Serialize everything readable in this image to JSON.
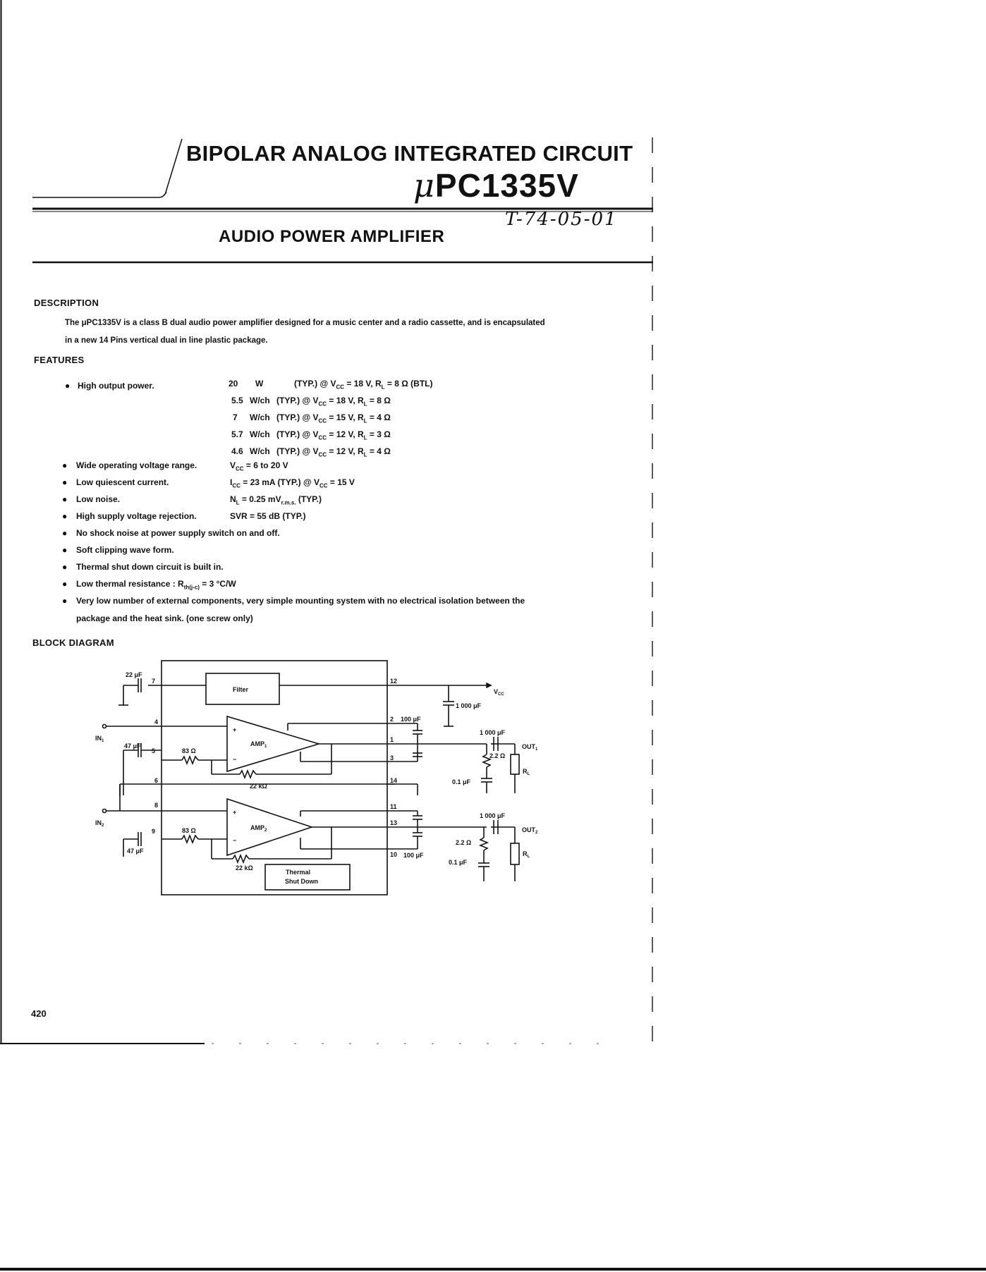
{
  "header": {
    "category": "BIPOLAR ANALOG INTEGRATED CIRCUIT",
    "part_prefix": "μ",
    "part_number": "PC1335V",
    "handwritten_code": "T-74-05-01",
    "subtitle": "AUDIO POWER AMPLIFIER"
  },
  "description": {
    "heading": "DESCRIPTION",
    "line1": "The μPC1335V is a class B dual audio power amplifier designed for a music center and a radio cassette, and is encapsulated",
    "line2": "in a new 14 Pins vertical dual in line plastic package."
  },
  "features": {
    "heading": "FEATURES",
    "bullet": "●",
    "output_power_label": "High output power.",
    "output_power_lines": [
      {
        "value": "20",
        "unit": "W",
        "typ": "(TYP.) @ V",
        "vsub": "CC",
        "cond": " = 18 V, R",
        "rsub": "L",
        "tail": " = 8 Ω  (BTL)"
      },
      {
        "value": "5.5",
        "unit": "W/ch",
        "typ": "(TYP.) @ V",
        "vsub": "CC",
        "cond": " = 18 V, R",
        "rsub": "L",
        "tail": " = 8 Ω"
      },
      {
        "value": "7",
        "unit": "W/ch",
        "typ": "(TYP.) @ V",
        "vsub": "CC",
        "cond": " = 15 V, R",
        "rsub": "L",
        "tail": " = 4 Ω"
      },
      {
        "value": "5.7",
        "unit": "W/ch",
        "typ": "(TYP.) @ V",
        "vsub": "CC",
        "cond": " = 12 V, R",
        "rsub": "L",
        "tail": " = 3 Ω"
      },
      {
        "value": "4.6",
        "unit": "W/ch",
        "typ": "(TYP.) @ V",
        "vsub": "CC",
        "cond": " = 12 V, R",
        "rsub": "L",
        "tail": " = 4 Ω"
      }
    ],
    "voltage_range_label": "Wide operating voltage range.",
    "voltage_range_value_a": "V",
    "voltage_range_value_sub": "CC",
    "voltage_range_value_b": " = 6 to 20 V",
    "quiescent_label": "Low quiescent current.",
    "quiescent_a": "I",
    "quiescent_sub": "CC",
    "quiescent_b": " = 23 mA  (TYP.) @ V",
    "quiescent_sub2": "CC",
    "quiescent_c": " = 15 V",
    "noise_label": "Low noise.",
    "noise_a": "N",
    "noise_sub": "L",
    "noise_b": " = 0.25 mV",
    "noise_sub2": "r.m.s.",
    "noise_c": "  (TYP.)",
    "svr_label": "High supply voltage rejection.",
    "svr_value": "SVR = 55 dB (TYP.)",
    "shock_noise": "No shock noise at power supply switch on and off.",
    "soft_clipping": "Soft clipping wave form.",
    "thermal_shutdown": "Thermal shut down circuit is built in.",
    "thermal_resistance_a": "Low thermal resistance : R",
    "thermal_resistance_sub": "th(j-c)",
    "thermal_resistance_b": " = 3 °C/W",
    "external_components_1": "Very low number of external components, very simple mounting system with no electrical isolation between the",
    "external_components_2": "package and the heat sink. (one screw only)"
  },
  "block_diagram": {
    "heading": "BLOCK DIAGRAM",
    "filter": "Filter",
    "amp1": "AMP",
    "amp1_sub": "1",
    "amp2": "AMP",
    "amp2_sub": "2",
    "thermal": "Thermal",
    "shutdown": "Shut Down",
    "vcc": "V",
    "vcc_sub": "CC",
    "in1": "IN",
    "in1_sub": "1",
    "in2": "IN",
    "in2_sub": "2",
    "out1": "OUT",
    "out1_sub": "1",
    "out2": "OUT",
    "out2_sub": "2",
    "rl": "R",
    "rl_sub": "L",
    "cap_22uf": "22 μF",
    "cap_47uf": "47 μF",
    "cap_1000uf": "1 000 μF",
    "cap_100uf": "100 μF",
    "cap_01uf": "0.1 μF",
    "res_83": "83 Ω",
    "res_22k": "22 kΩ",
    "res_22": "2.2 Ω",
    "pins": {
      "p7": "7",
      "p4": "4",
      "p5": "5",
      "p6": "6",
      "p8": "8",
      "p9": "9",
      "p12": "12",
      "p2": "2",
      "p1": "1",
      "p3": "3",
      "p14": "14",
      "p11": "11",
      "p13": "13",
      "p10": "10"
    },
    "plus_sign": "+",
    "minus_sign": "−"
  },
  "footer": {
    "page_number": "420"
  }
}
